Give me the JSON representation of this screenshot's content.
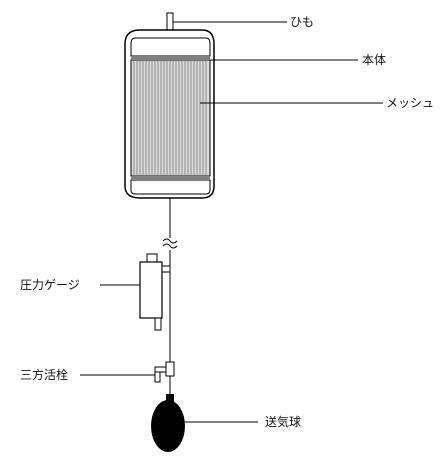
{
  "diagram": {
    "labels": {
      "string": "ひも",
      "body": "本体",
      "mesh": "メッシュ",
      "pressure_gauge": "圧力ゲージ",
      "three_way_valve": "三方活栓",
      "bulb": "送気球"
    },
    "colors": {
      "line": "#000000",
      "mesh_stripe": "#8a8a8a",
      "bulb": "#000000",
      "background": "#ffffff"
    }
  }
}
